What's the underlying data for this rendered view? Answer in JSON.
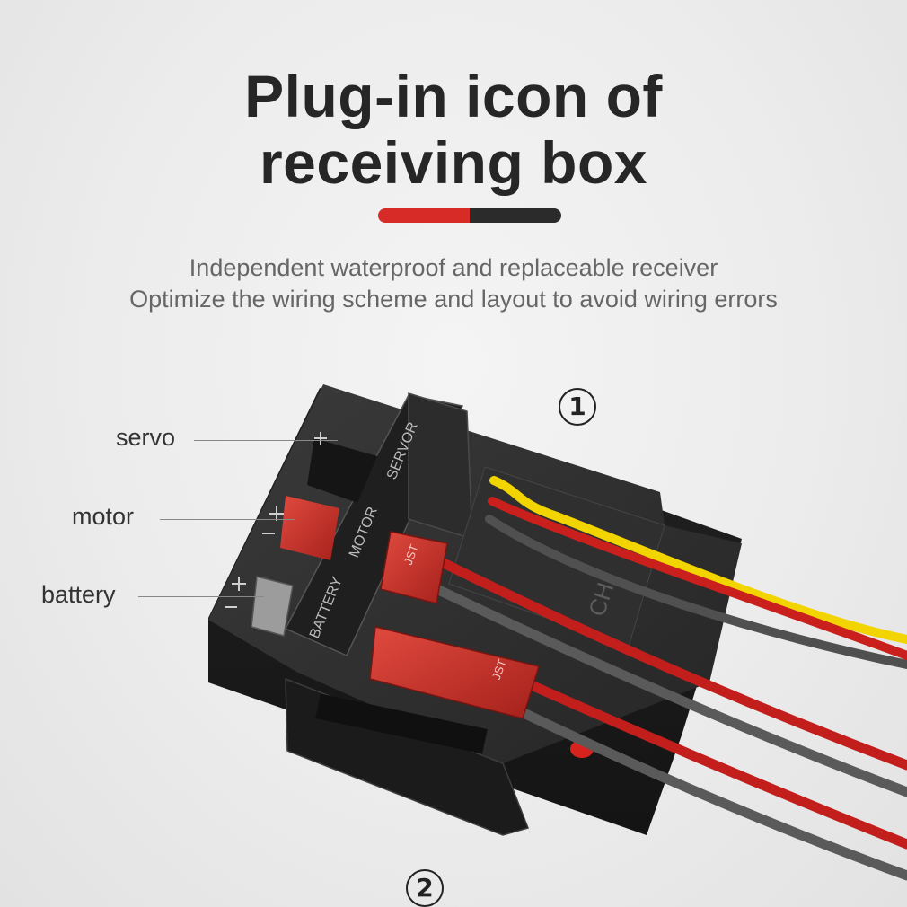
{
  "title": {
    "line1": "Plug-in icon of",
    "line2": "receiving box"
  },
  "accent": {
    "left_color": "#d62b26",
    "right_color": "#2b2b2b"
  },
  "subtitle": {
    "line1": "Independent waterproof and replaceable receiver",
    "line2": "Optimize the wiring scheme and layout to avoid wiring errors"
  },
  "callouts": {
    "servo": "servo",
    "motor": "motor",
    "battery": "battery"
  },
  "markers": {
    "one": "1",
    "two": "2"
  },
  "box_labels": {
    "server": "SERVOR",
    "motor": "MOTOR",
    "battery": "BATTERY",
    "ch": "CH",
    "connector_code": "JST"
  },
  "wire_colors": {
    "red": "#c9201d",
    "yellow": "#f2d400",
    "grey": "#5a5a5a"
  }
}
